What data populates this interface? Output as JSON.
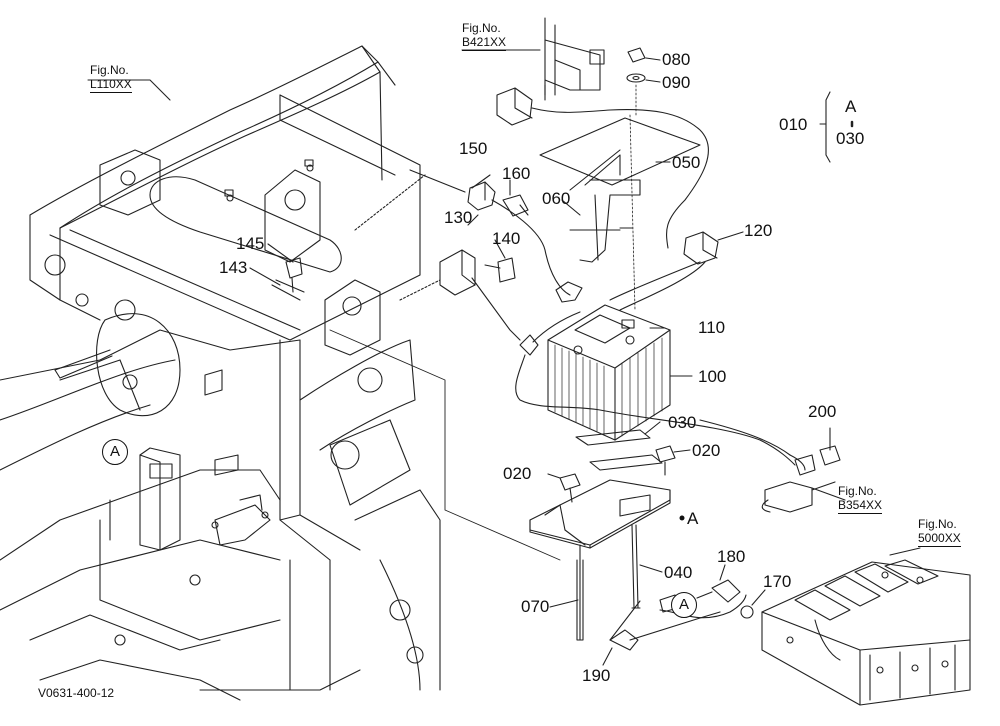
{
  "figure_refs": [
    {
      "id": "L110",
      "line1": "Fig.No.",
      "line2": "L110XX"
    },
    {
      "id": "B421",
      "line1": "Fig.No.",
      "line2": "B421XX"
    },
    {
      "id": "B354",
      "line1": "Fig.No.",
      "line2": "B354XX"
    },
    {
      "id": "5000",
      "line1": "Fig.No.",
      "line2": "5000XX"
    }
  ],
  "parts": {
    "p010": "010",
    "p020a": "020",
    "p020b": "020",
    "p030": "030",
    "p040": "040",
    "p050": "050",
    "p060": "060",
    "p070": "070",
    "p080": "080",
    "p090": "090",
    "p100": "100",
    "p110": "110",
    "p120": "120",
    "p130": "130",
    "p140": "140",
    "p143": "143",
    "p145": "145",
    "p150": "150",
    "p160": "160",
    "p170": "170",
    "p180": "180",
    "p190": "190",
    "p200": "200"
  },
  "legend": {
    "ref": "010",
    "letter": "A",
    "part": "030"
  },
  "callouts": {
    "a1": "A",
    "a2": "A",
    "a3": "A"
  },
  "diagram_code": "V0631-400-12"
}
